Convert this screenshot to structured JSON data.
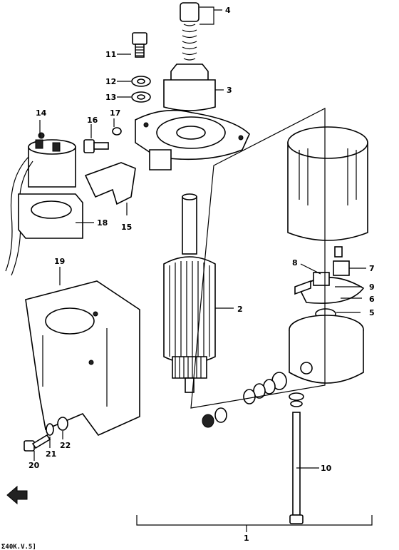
{
  "callouts": {
    "c1": "1",
    "c2": "2",
    "c3": "3",
    "c4": "4",
    "c5": "5",
    "c6": "6",
    "c7": "7",
    "c8": "8",
    "c9": "9",
    "c10": "10",
    "c11": "11",
    "c12": "12",
    "c13": "13",
    "c14": "14",
    "c15": "15",
    "c16": "16",
    "c17": "17",
    "c18": "18",
    "c19": "19",
    "c20": "20",
    "c21": "21",
    "c22": "22"
  },
  "footer_code": "Σ40K.V.5]",
  "colors": {
    "ink": "#000000",
    "paper": "#ffffff"
  }
}
